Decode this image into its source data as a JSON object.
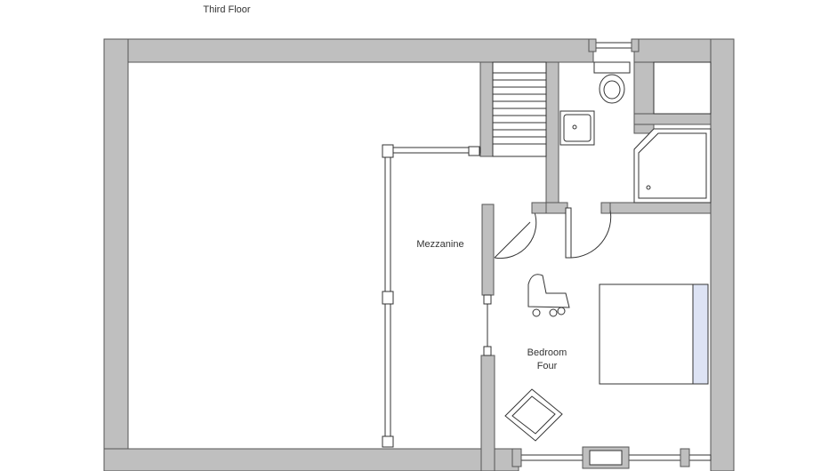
{
  "title": "Third Floor",
  "rooms": [
    {
      "name": "Mezzanine"
    },
    {
      "name": "Bedroom",
      "name_line2": "Four"
    }
  ],
  "colors": {
    "wall_fill": "#bfbfbf",
    "wall_stroke": "#555555",
    "line": "#333333",
    "bed_pillow": "#dde3f4",
    "background": "#ffffff"
  }
}
